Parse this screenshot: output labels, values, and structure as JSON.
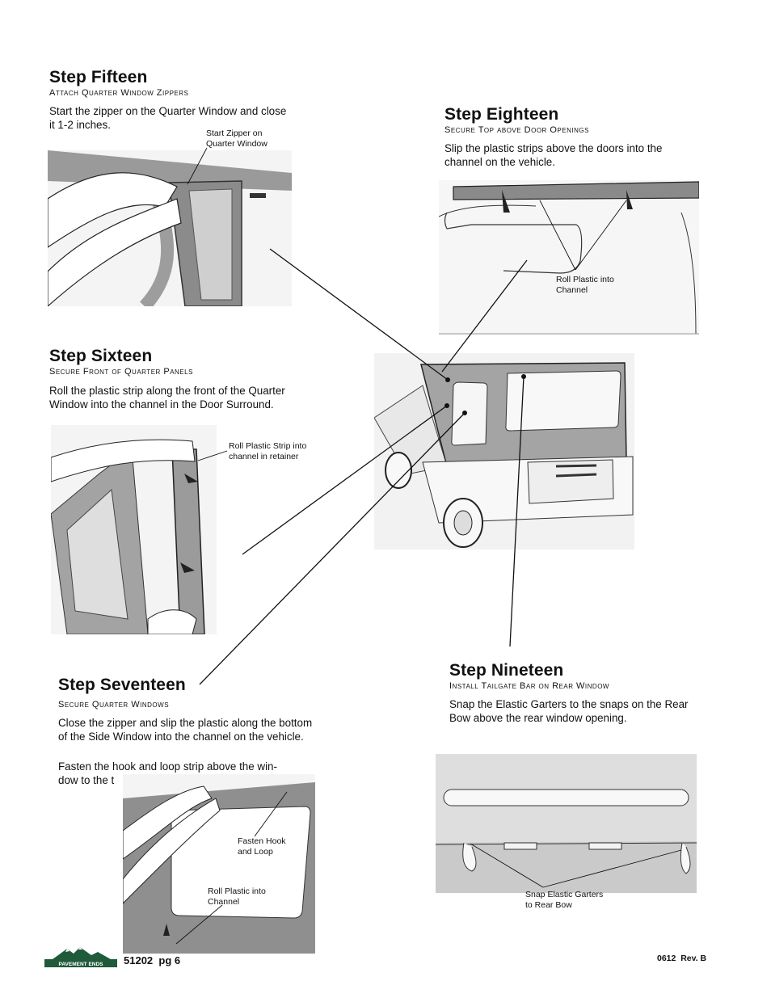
{
  "steps": {
    "fifteen": {
      "title": "Step Fifteen",
      "subtitle": "Attach Quarter Window Zippers",
      "body": "Start the zipper on the Quarter Window and close it 1-2 inches.",
      "callout": [
        "Start Zipper on",
        "Quarter Window"
      ]
    },
    "sixteen": {
      "title": "Step Sixteen",
      "subtitle": "Secure Front of Quarter Panels",
      "body": "Roll the plastic strip along the front of the Quarter Window into the channel in the Door Surround.",
      "callout": [
        "Roll Plastic Strip into",
        "channel in retainer"
      ]
    },
    "seventeen": {
      "title": "Step Seventeen",
      "subtitle": "Secure Quarter Windows",
      "body1": "Close the zipper and slip the plastic along the bottom of the Side Window into the channel on the vehicle.",
      "body2_line1": "Fasten the hook and loop strip above the win-",
      "body2_line2": "dow to the t",
      "callout_a": [
        "Fasten Hook",
        "and Loop"
      ],
      "callout_b": [
        "Roll Plastic into",
        "Channel"
      ]
    },
    "eighteen": {
      "title": "Step Eighteen",
      "subtitle": "Secure Top above Door Openings",
      "body": "Slip the plastic strips above the doors into the channel on the vehicle.",
      "callout": [
        "Roll Plastic into",
        "Channel"
      ]
    },
    "nineteen": {
      "title": "Step Nineteen",
      "subtitle": "Install Tailgate Bar on Rear Window",
      "body": "Snap the Elastic Garters to the snaps on the Rear Bow above the rear window opening.",
      "callout": [
        "Snap Elastic Garters",
        "to Rear Bow"
      ]
    }
  },
  "footer": {
    "logo_text": "PAVEMENT ENDS",
    "page_ref": "51202  pg 6",
    "revision": "0612  Rev. B"
  }
}
